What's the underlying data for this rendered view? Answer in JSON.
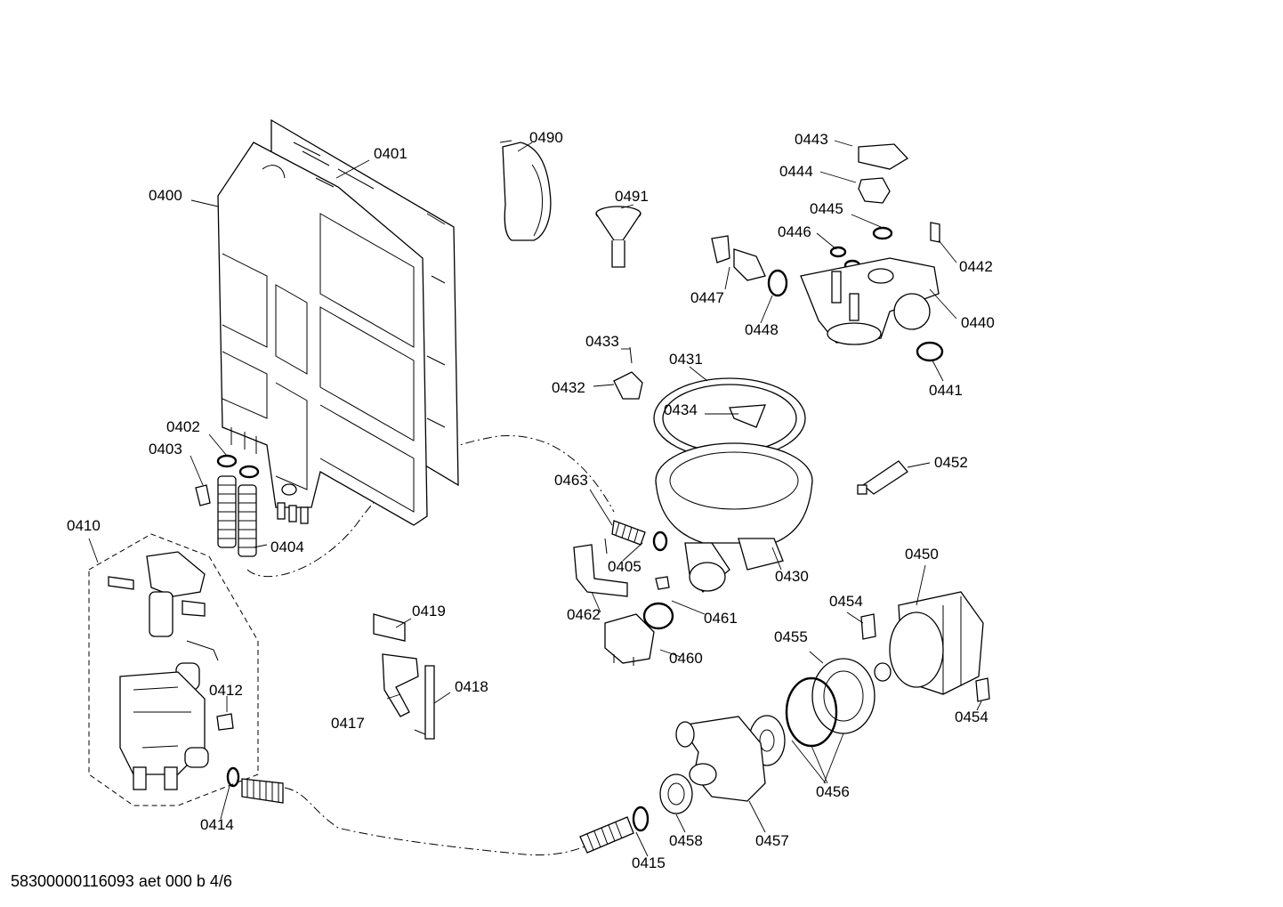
{
  "callouts": {
    "c0400": "0400",
    "c0401": "0401",
    "c0402": "0402",
    "c0403": "0403",
    "c0404": "0404",
    "c0405": "0405",
    "c0410": "0410",
    "c0412": "0412",
    "c0414": "0414",
    "c0415": "0415",
    "c0417": "0417",
    "c0418": "0418",
    "c0419": "0419",
    "c0430": "0430",
    "c0431": "0431",
    "c0432": "0432",
    "c0433": "0433",
    "c0434": "0434",
    "c0440": "0440",
    "c0441": "0441",
    "c0442": "0442",
    "c0443": "0443",
    "c0444": "0444",
    "c0445": "0445",
    "c0446": "0446",
    "c0447": "0447",
    "c0448": "0448",
    "c0450": "0450",
    "c0452": "0452",
    "c0454a": "0454",
    "c0454b": "0454",
    "c0455": "0455",
    "c0456": "0456",
    "c0457": "0457",
    "c0458": "0458",
    "c0460": "0460",
    "c0461": "0461",
    "c0462": "0462",
    "c0463": "0463",
    "c0490": "0490",
    "c0491": "0491"
  },
  "footer": {
    "doc_code": "58300000116093 aet 000 b 4/6"
  },
  "colors": {
    "line": "#000000",
    "background": "#ffffff",
    "part_shading": "#e9e9e9"
  }
}
